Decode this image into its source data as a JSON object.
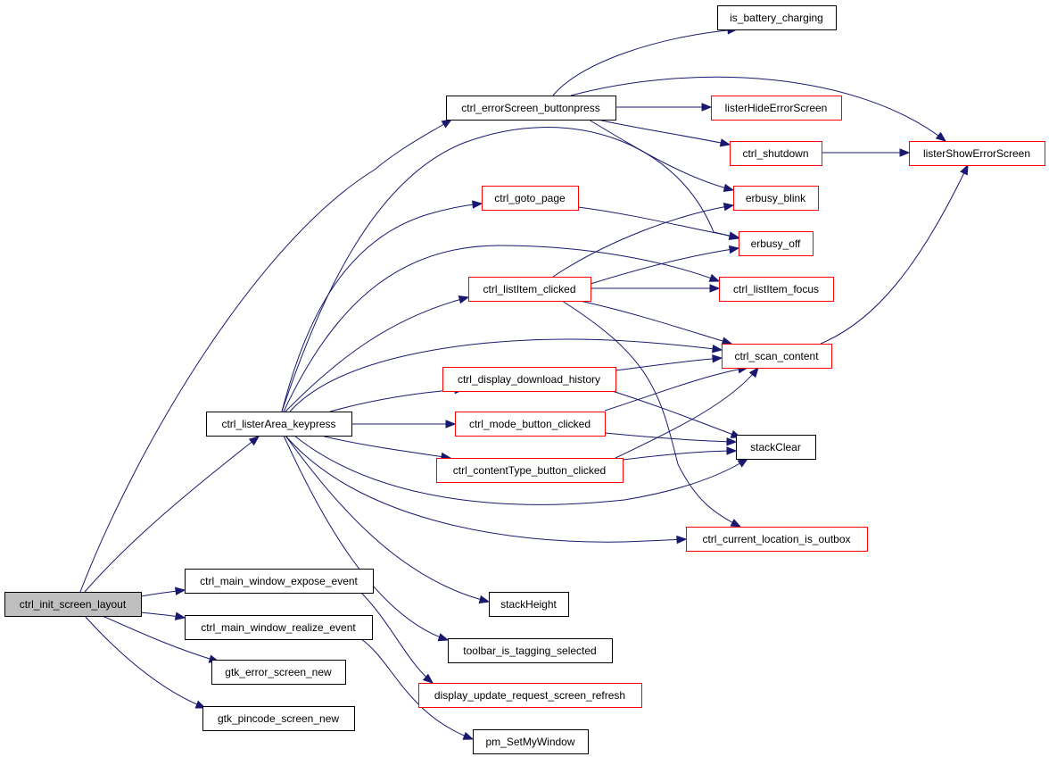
{
  "colors": {
    "root_fill": "#bfbfbf",
    "documented_border": "#000000",
    "undocumented_border": "#ff0000",
    "edge": "#191970"
  },
  "nodes": {
    "ctrl_init_screen_layout": {
      "label": "ctrl_init_screen_layout",
      "style": "root"
    },
    "ctrl_listerArea_keypress": {
      "label": "ctrl_listerArea_keypress",
      "style": "black"
    },
    "ctrl_main_window_expose_event": {
      "label": "ctrl_main_window_expose_event",
      "style": "black"
    },
    "ctrl_main_window_realize_event": {
      "label": "ctrl_main_window_realize_event",
      "style": "black"
    },
    "gtk_error_screen_new": {
      "label": "gtk_error_screen_new",
      "style": "black"
    },
    "gtk_pincode_screen_new": {
      "label": "gtk_pincode_screen_new",
      "style": "black"
    },
    "ctrl_errorScreen_buttonpress": {
      "label": "ctrl_errorScreen_buttonpress",
      "style": "black"
    },
    "ctrl_goto_page": {
      "label": "ctrl_goto_page",
      "style": "red"
    },
    "ctrl_listItem_clicked": {
      "label": "ctrl_listItem_clicked",
      "style": "red"
    },
    "ctrl_display_download_history": {
      "label": "ctrl_display_download_history",
      "style": "red"
    },
    "ctrl_mode_button_clicked": {
      "label": "ctrl_mode_button_clicked",
      "style": "red"
    },
    "ctrl_contentType_button_clicked": {
      "label": "ctrl_contentType_button_clicked",
      "style": "red"
    },
    "stackHeight": {
      "label": "stackHeight",
      "style": "black"
    },
    "toolbar_is_tagging_selected": {
      "label": "toolbar_is_tagging_selected",
      "style": "black"
    },
    "display_update_request_screen_refresh": {
      "label": "display_update_request_screen_refresh",
      "style": "red"
    },
    "pm_SetMyWindow": {
      "label": "pm_SetMyWindow",
      "style": "black"
    },
    "is_battery_charging": {
      "label": "is_battery_charging",
      "style": "black"
    },
    "listerHideErrorScreen": {
      "label": "listerHideErrorScreen",
      "style": "red"
    },
    "ctrl_shutdown": {
      "label": "ctrl_shutdown",
      "style": "red"
    },
    "erbusy_blink": {
      "label": "erbusy_blink",
      "style": "red"
    },
    "erbusy_off": {
      "label": "erbusy_off",
      "style": "red"
    },
    "ctrl_listItem_focus": {
      "label": "ctrl_listItem_focus",
      "style": "red"
    },
    "ctrl_scan_content": {
      "label": "ctrl_scan_content",
      "style": "red"
    },
    "stackClear": {
      "label": "stackClear",
      "style": "black"
    },
    "ctrl_current_location_is_outbox": {
      "label": "ctrl_current_location_is_outbox",
      "style": "red"
    },
    "listerShowErrorScreen": {
      "label": "listerShowErrorScreen",
      "style": "red"
    }
  },
  "edges": [
    {
      "from": "ctrl_init_screen_layout",
      "to": "ctrl_errorScreen_buttonpress"
    },
    {
      "from": "ctrl_init_screen_layout",
      "to": "ctrl_listerArea_keypress"
    },
    {
      "from": "ctrl_init_screen_layout",
      "to": "ctrl_main_window_expose_event"
    },
    {
      "from": "ctrl_init_screen_layout",
      "to": "ctrl_main_window_realize_event"
    },
    {
      "from": "ctrl_init_screen_layout",
      "to": "gtk_error_screen_new"
    },
    {
      "from": "ctrl_init_screen_layout",
      "to": "gtk_pincode_screen_new"
    },
    {
      "from": "ctrl_listerArea_keypress",
      "to": "ctrl_goto_page"
    },
    {
      "from": "ctrl_listerArea_keypress",
      "to": "ctrl_listItem_clicked"
    },
    {
      "from": "ctrl_listerArea_keypress",
      "to": "ctrl_display_download_history"
    },
    {
      "from": "ctrl_listerArea_keypress",
      "to": "ctrl_mode_button_clicked"
    },
    {
      "from": "ctrl_listerArea_keypress",
      "to": "ctrl_contentType_button_clicked"
    },
    {
      "from": "ctrl_listerArea_keypress",
      "to": "erbusy_off"
    },
    {
      "from": "ctrl_listerArea_keypress",
      "to": "ctrl_listItem_focus"
    },
    {
      "from": "ctrl_listerArea_keypress",
      "to": "ctrl_scan_content"
    },
    {
      "from": "ctrl_listerArea_keypress",
      "to": "stackClear"
    },
    {
      "from": "ctrl_listerArea_keypress",
      "to": "ctrl_current_location_is_outbox"
    },
    {
      "from": "ctrl_listerArea_keypress",
      "to": "stackHeight"
    },
    {
      "from": "ctrl_listerArea_keypress",
      "to": "toolbar_is_tagging_selected"
    },
    {
      "from": "ctrl_main_window_expose_event",
      "to": "display_update_request_screen_refresh"
    },
    {
      "from": "ctrl_main_window_realize_event",
      "to": "pm_SetMyWindow"
    },
    {
      "from": "ctrl_errorScreen_buttonpress",
      "to": "is_battery_charging"
    },
    {
      "from": "ctrl_errorScreen_buttonpress",
      "to": "listerShowErrorScreen"
    },
    {
      "from": "ctrl_errorScreen_buttonpress",
      "to": "listerHideErrorScreen"
    },
    {
      "from": "ctrl_errorScreen_buttonpress",
      "to": "ctrl_shutdown"
    },
    {
      "from": "ctrl_errorScreen_buttonpress",
      "to": "erbusy_blink"
    },
    {
      "from": "ctrl_shutdown",
      "to": "listerShowErrorScreen"
    },
    {
      "from": "ctrl_goto_page",
      "to": "erbusy_off"
    },
    {
      "from": "ctrl_listItem_clicked",
      "to": "erbusy_blink"
    },
    {
      "from": "ctrl_listItem_clicked",
      "to": "erbusy_off"
    },
    {
      "from": "ctrl_listItem_clicked",
      "to": "ctrl_listItem_focus"
    },
    {
      "from": "ctrl_listItem_clicked",
      "to": "ctrl_scan_content"
    },
    {
      "from": "ctrl_listItem_clicked",
      "to": "ctrl_current_location_is_outbox"
    },
    {
      "from": "ctrl_scan_content",
      "to": "listerShowErrorScreen"
    },
    {
      "from": "ctrl_display_download_history",
      "to": "ctrl_scan_content"
    },
    {
      "from": "ctrl_display_download_history",
      "to": "stackClear"
    },
    {
      "from": "ctrl_mode_button_clicked",
      "to": "ctrl_scan_content"
    },
    {
      "from": "ctrl_mode_button_clicked",
      "to": "stackClear"
    },
    {
      "from": "ctrl_contentType_button_clicked",
      "to": "ctrl_scan_content"
    },
    {
      "from": "ctrl_contentType_button_clicked",
      "to": "stackClear"
    }
  ]
}
